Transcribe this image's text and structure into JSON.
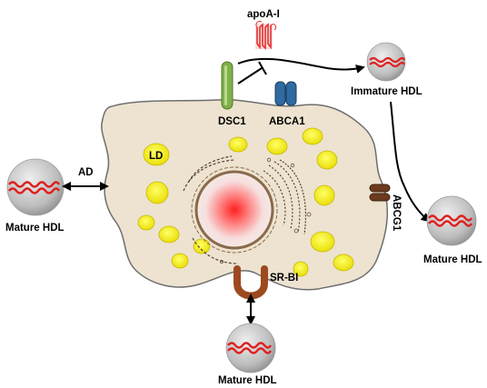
{
  "labels": {
    "apoa1": "apoA-I",
    "immature_hdl": "Immature HDL",
    "dsc1": "DSC1",
    "abca1": "ABCA1",
    "ld": "LD",
    "ad": "AD",
    "mature_hdl_left": "Mature HDL",
    "mature_hdl_right": "Mature HDL",
    "mature_hdl_bottom": "Mature HDL",
    "abcg1": "ABCG1",
    "srbi": "SR-BI"
  },
  "colors": {
    "cell_fill": "#ede3d0",
    "cell_stroke": "#6e6e6e",
    "lipid_droplet": "#f2ee00",
    "lipid_droplet_edge": "#c7b800",
    "nucleus_center": "#ff2a2a",
    "nuclear_envelope": "#8a6a4a",
    "hdl_shell": "#b9b9b9",
    "hdl_core_strand": "#e02020",
    "dsc1_green": "#7fb04a",
    "abca1_blue": "#2f6aa0",
    "abcg1_brown": "#6b3a1f",
    "srbi_rust": "#9c4a20",
    "apoa1_red": "#e53030"
  }
}
